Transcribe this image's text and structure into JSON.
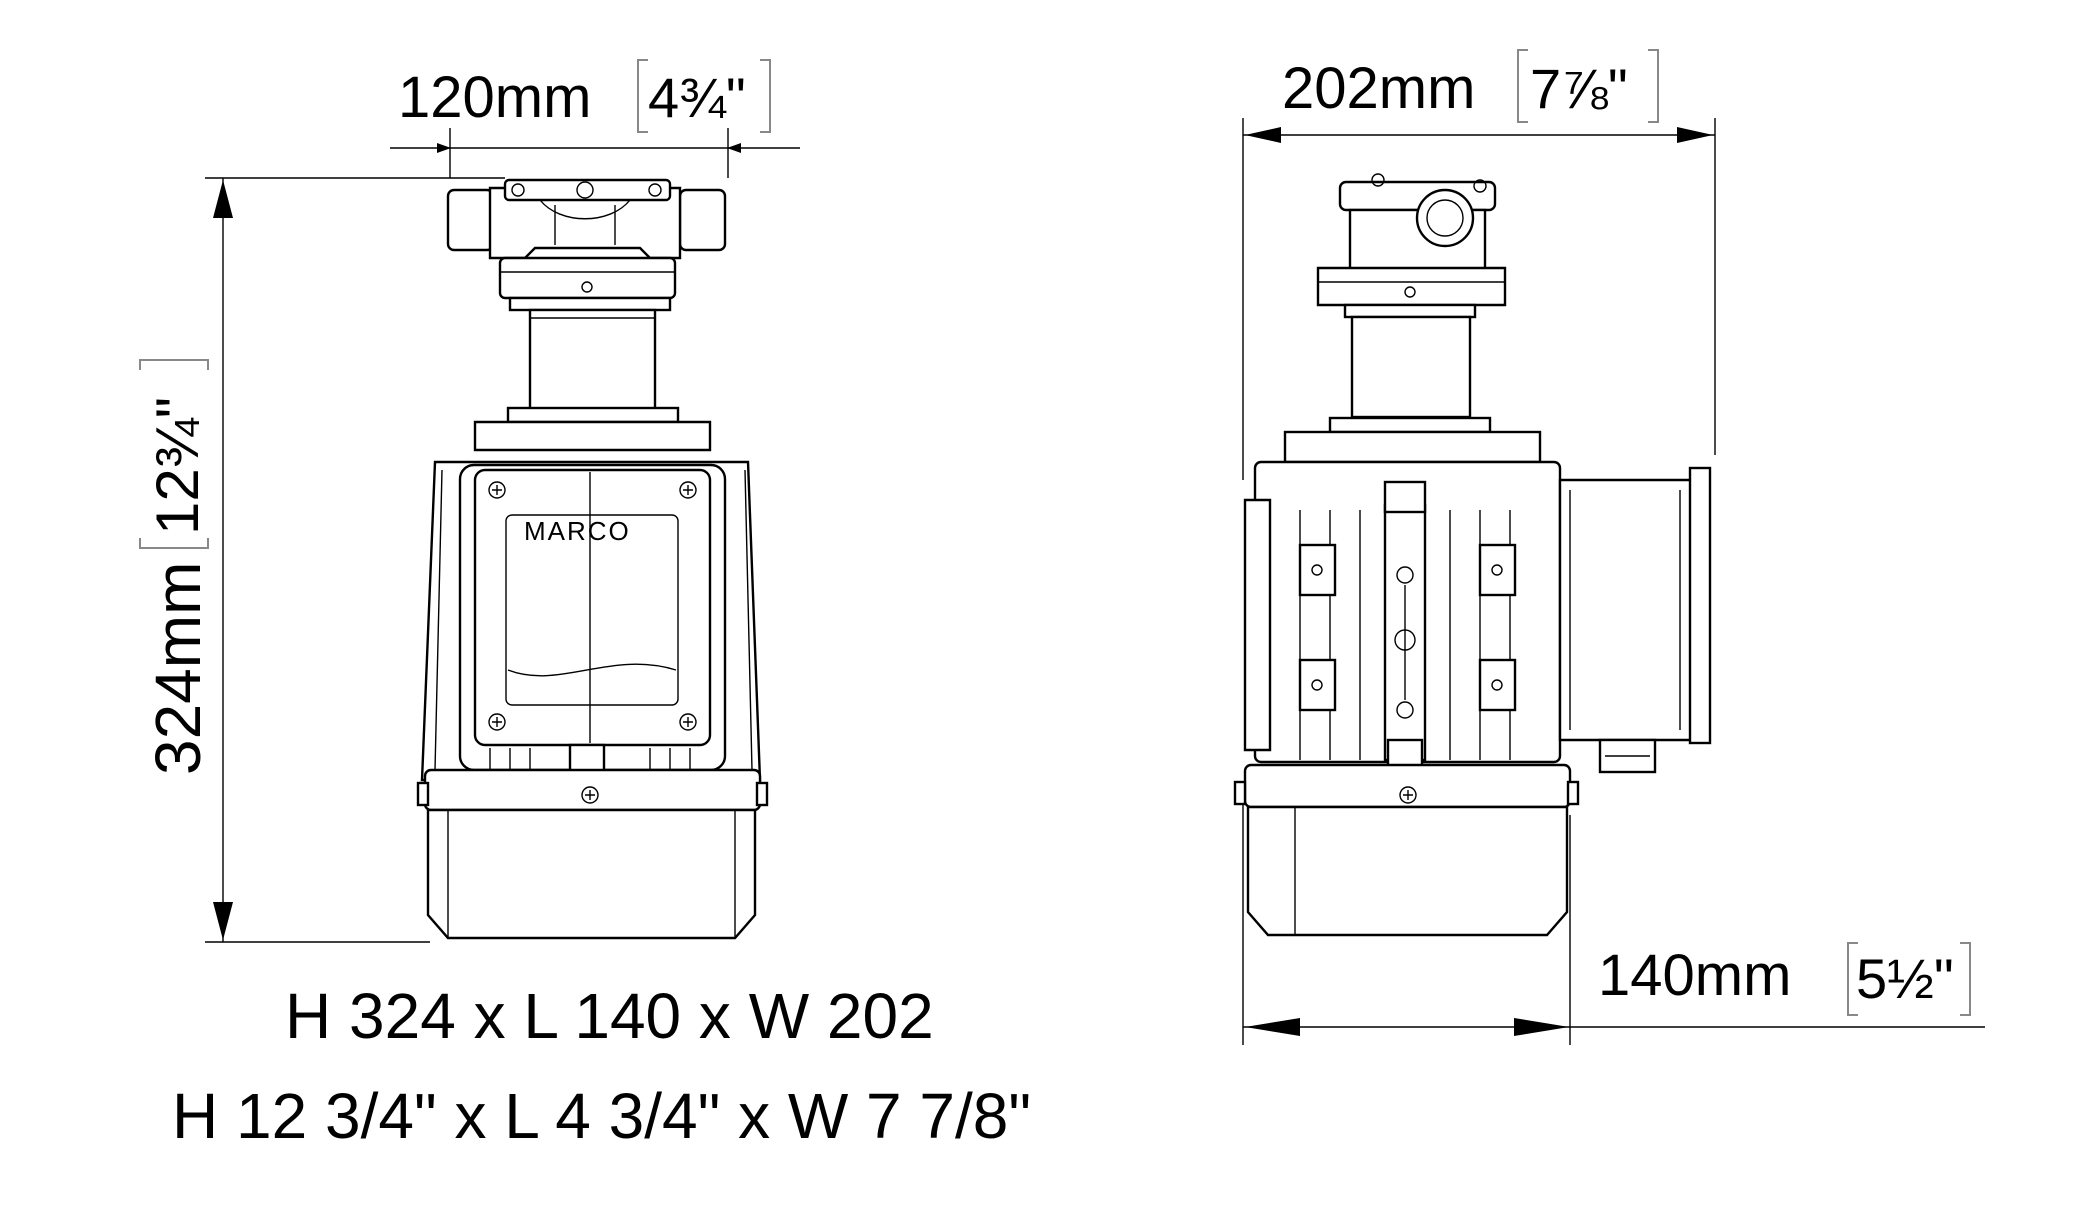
{
  "dims": {
    "top_left": {
      "mm": "120mm",
      "inch": "4¾\""
    },
    "left_height": {
      "mm": "324mm",
      "inch": "12¾\""
    },
    "top_right": {
      "mm": "202mm",
      "inch": "7⅞\""
    },
    "bottom_right": {
      "mm": "140mm",
      "inch": "5½\""
    }
  },
  "summary": {
    "metric": "H 324 x L 140 x W 202",
    "imperial": "H 12 3/4\" x L 4 3/4\" x W 7 7/8\""
  },
  "branding": {
    "logo_text": "MARCO"
  }
}
